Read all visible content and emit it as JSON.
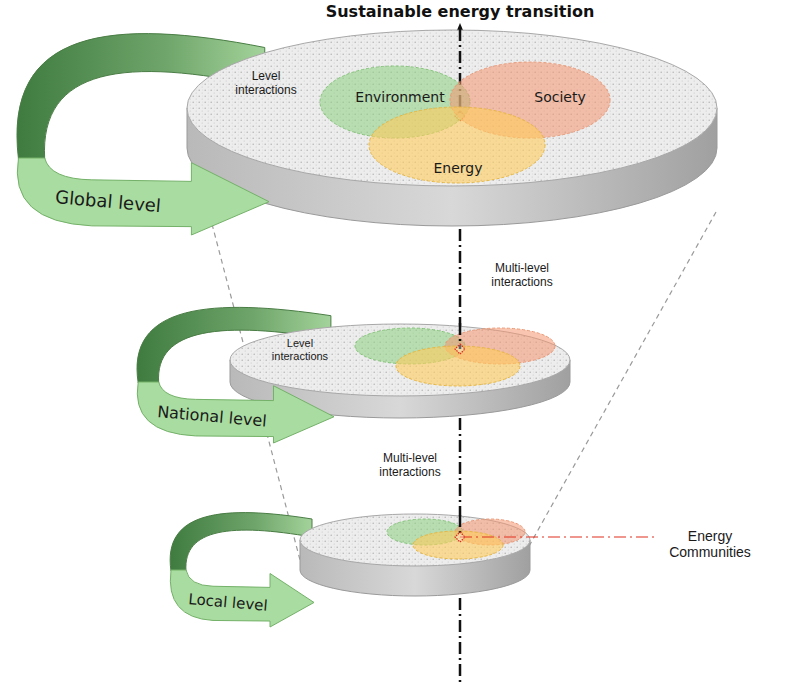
{
  "diagram": {
    "title": "Sustainable energy transition",
    "nodes": [
      {
        "text": [
          "Level interactions"
        ]
      },
      {
        "text": [
          "Environment"
        ],
        "in": 0
      },
      {
        "text": [
          "Society"
        ],
        "in": 0
      },
      {
        "text": [
          "Energy"
        ],
        "in": 0
      },
      {
        "text": [
          "Global level"
        ]
      },
      {
        "text": [
          "Level interactions"
        ]
      },
      {
        "text": [
          "National level"
        ]
      },
      {
        "text": [
          "Local level"
        ]
      }
    ],
    "labels": [
      "Multi-level interactions",
      "Multi-level interactions",
      "Energy Communities"
    ]
  }
}
